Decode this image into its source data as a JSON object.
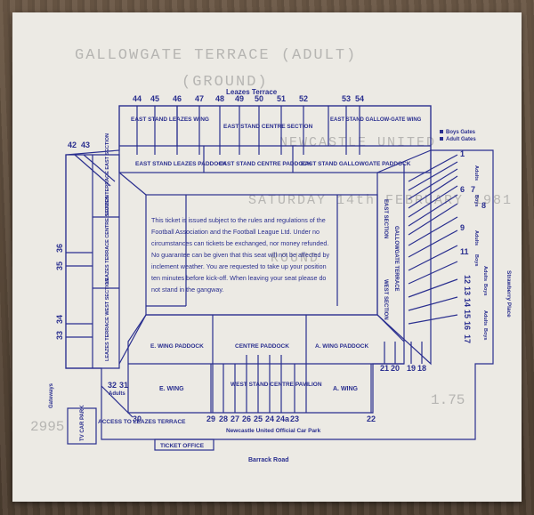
{
  "ghost_print": {
    "line1": "GALLOWGATE TERRACE (ADULT)",
    "line2": "(GROUND)",
    "line3": "NEWCASTLE UNITED",
    "line4": "SATURDAY 14th FEBRUARY 1981",
    "line5": "ROUND",
    "price": "1.75",
    "serial": "2995"
  },
  "stadium": {
    "top_title": "Leazes Terrace",
    "bottom_road": "Barrack Road",
    "car_park_label": "Newcastle United Official Car Park",
    "ticket_office": "TICKET OFFICE",
    "strawberry": "Strawberry Place",
    "legend_boys": "Boys Gates",
    "legend_adult": "Adult Gates",
    "gateways": "Gateways",
    "tv_car_park": "TV CAR PARK",
    "access": "ACCESS TO LEAZES TERRACE",
    "adults_label": "Adults",
    "sections": {
      "east_leazes_wing": "EAST STAND LEAZES WING",
      "east_centre": "EAST STAND CENTRE SECTION",
      "east_gallowgate_wing": "EAST STAND GALLOW-GATE WING",
      "east_leazes_paddock": "EAST STAND LEAZES PADDOCK",
      "east_centre_paddock": "EAST STAND CENTRE PADDOCK",
      "east_gallowgate_paddock": "EAST STAND GALLOWGATE PADDOCK",
      "leazes_east": "LEAZES TERRACE EAST SECTION",
      "leazes_centre": "LEAZES TERRACE CENTRE SECTION",
      "leazes_west": "LEAZES TERRACE WEST SECTION",
      "gallowgate_east": "EAST SECTION",
      "gallowgate_terrace": "GALLOWGATE TERRACE",
      "gallowgate_west": "WEST SECTION",
      "e_wing_paddock": "E. WING PADDOCK",
      "centre_paddock": "CENTRE PADDOCK",
      "a_wing_paddock": "A. WING PADDOCK",
      "e_wing": "E. WING",
      "west_stand_centre": "WEST STAND CENTRE PAVILION",
      "a_wing": "A. WING"
    },
    "gate_labels": {
      "top": [
        "44",
        "45",
        "46",
        "47",
        "48",
        "49",
        "50",
        "51",
        "52",
        "53",
        "54"
      ],
      "left_top": [
        "42",
        "43"
      ],
      "left_mid": [
        "35",
        "36"
      ],
      "left_low": [
        "33",
        "34"
      ],
      "right": [
        "1",
        "6",
        "7",
        "8",
        "9",
        "11",
        "12",
        "13",
        "14",
        "15",
        "16",
        "17"
      ],
      "right_low": [
        "21",
        "20",
        "19",
        "18"
      ],
      "bottom": [
        "29",
        "28",
        "27",
        "26",
        "25",
        "24",
        "24a",
        "23"
      ],
      "bottom_left": [
        "32",
        "31",
        "30"
      ],
      "bottom_right": [
        "22"
      ],
      "right_side_words": [
        "Adults",
        "Boys",
        "Adults",
        "Boys",
        "Adults",
        "Boys",
        "Adults",
        "Boys"
      ]
    },
    "notice": [
      "This ticket is issued subject to the rules and regulations of the",
      "Football Association and the Football League Ltd. Under no",
      "circumstances can tickets be exchanged, nor money refunded.",
      "No guarantee can be given that this seat will not be affected by",
      "inclement weather. You are requested to take up your position",
      "ten minutes before kick-off. When leaving your seat please do",
      "not stand in the gangway."
    ]
  }
}
